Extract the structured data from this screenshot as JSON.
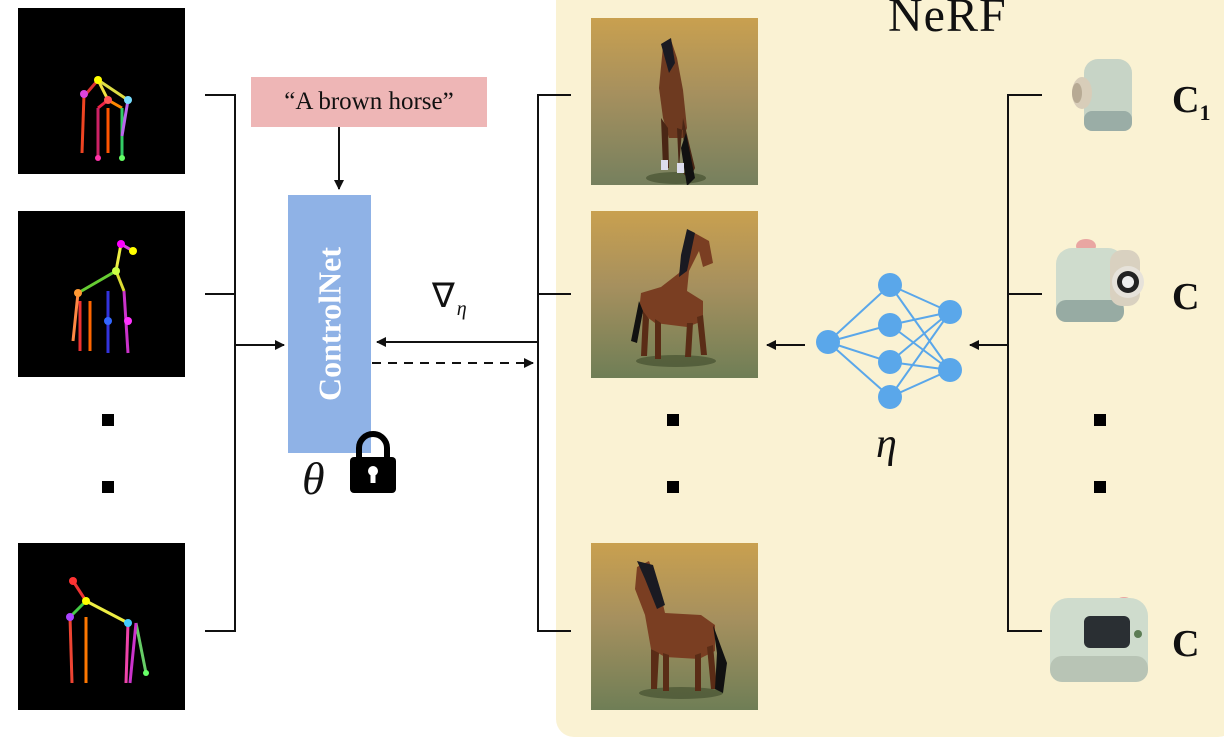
{
  "title": "NeRF",
  "prompt": "“A brown horse”",
  "controlnet": {
    "label": "ControlNet",
    "param": "θ"
  },
  "gradient": {
    "symbol": "∇",
    "sub": "η"
  },
  "network": {
    "param": "η"
  },
  "cameras": [
    {
      "label": "C",
      "sub": "1"
    },
    {
      "label": "C",
      "sub": ""
    },
    {
      "label": "C",
      "sub": ""
    }
  ],
  "icons": [
    "lock-icon",
    "camera-icon",
    "neural-network-icon",
    "horse-image",
    "pose-skeleton"
  ],
  "colors": {
    "nerf_panel": "#faf2d3",
    "prompt_box": "#eeb6b6",
    "controlnet_box": "#8fb2e6",
    "network_nodes": "#5aa7ea"
  }
}
